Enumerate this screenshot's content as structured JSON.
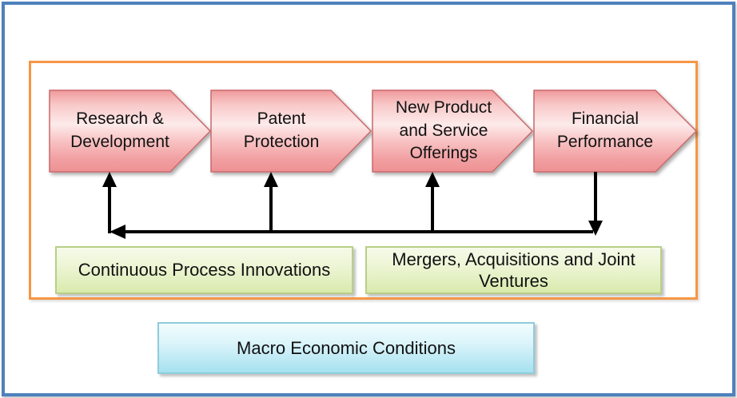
{
  "diagram": {
    "chevrons": [
      {
        "label": "Research & Development"
      },
      {
        "label": "Patent Protection"
      },
      {
        "label": "New Product and Service Offerings"
      },
      {
        "label": "Financial Performance"
      }
    ],
    "process_boxes": [
      {
        "label": "Continuous Process Innovations"
      },
      {
        "label": "Mergers, Acquisitions and Joint Ventures"
      }
    ],
    "macro_box": {
      "label": "Macro Economic Conditions"
    },
    "colors": {
      "outer_border": "#4E81BD",
      "inner_border": "#F79646",
      "chevron_fill_light": "#FDEAEA",
      "chevron_fill_dark": "#EE9193",
      "chevron_stroke": "#C9696C",
      "green_fill": "#D9EAAC",
      "green_stroke": "#B8CF88",
      "cyan_fill": "#A5E1F0",
      "cyan_stroke": "#8FCCDB",
      "arrow": "#000000"
    }
  }
}
